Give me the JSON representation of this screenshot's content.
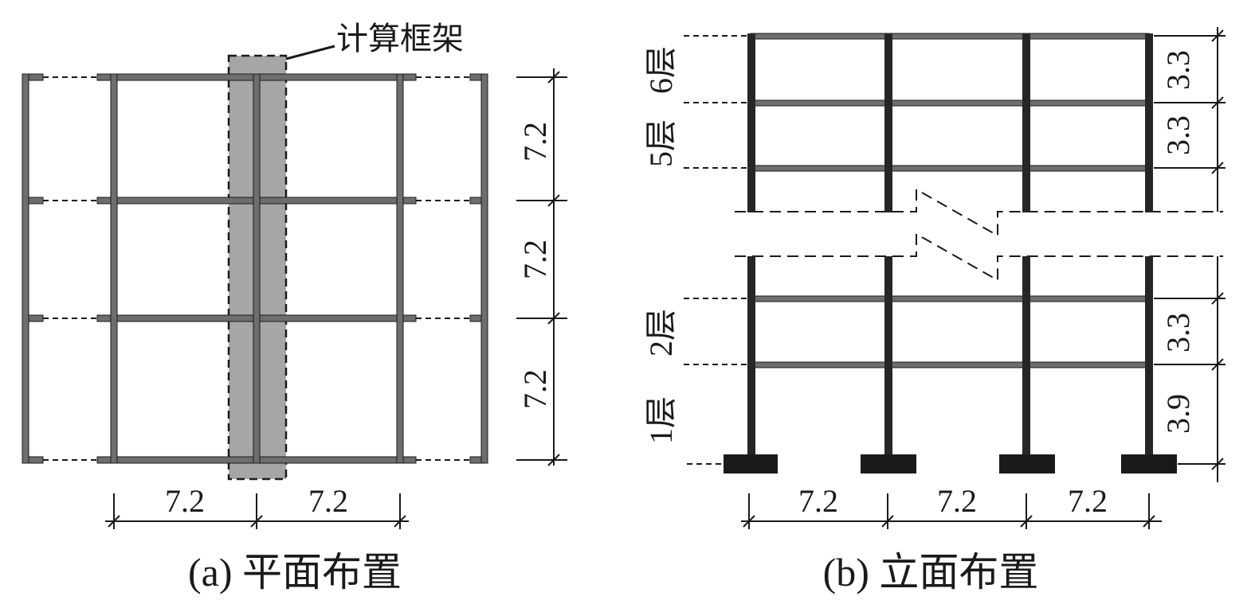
{
  "plan": {
    "caption": "(a) 平面布置",
    "callout": "计算框架",
    "dims_x": [
      "7.2",
      "7.2"
    ],
    "dims_y": [
      "7.2",
      "7.2",
      "7.2"
    ]
  },
  "elevation": {
    "caption": "(b) 立面布置",
    "dims_x": [
      "7.2",
      "7.2",
      "7.2"
    ],
    "dims_top": [
      "3.3",
      "3.3"
    ],
    "dims_bottom": [
      "3.3",
      "3.9"
    ],
    "floor_labels_top": [
      "6层",
      "5层"
    ],
    "floor_labels_bottom": [
      "2层",
      "1层"
    ]
  },
  "colors": {
    "member": "#6e6e6e",
    "column_dark": "#262626",
    "highlight": "#a6a6a6",
    "line": "#1a1a1a"
  }
}
